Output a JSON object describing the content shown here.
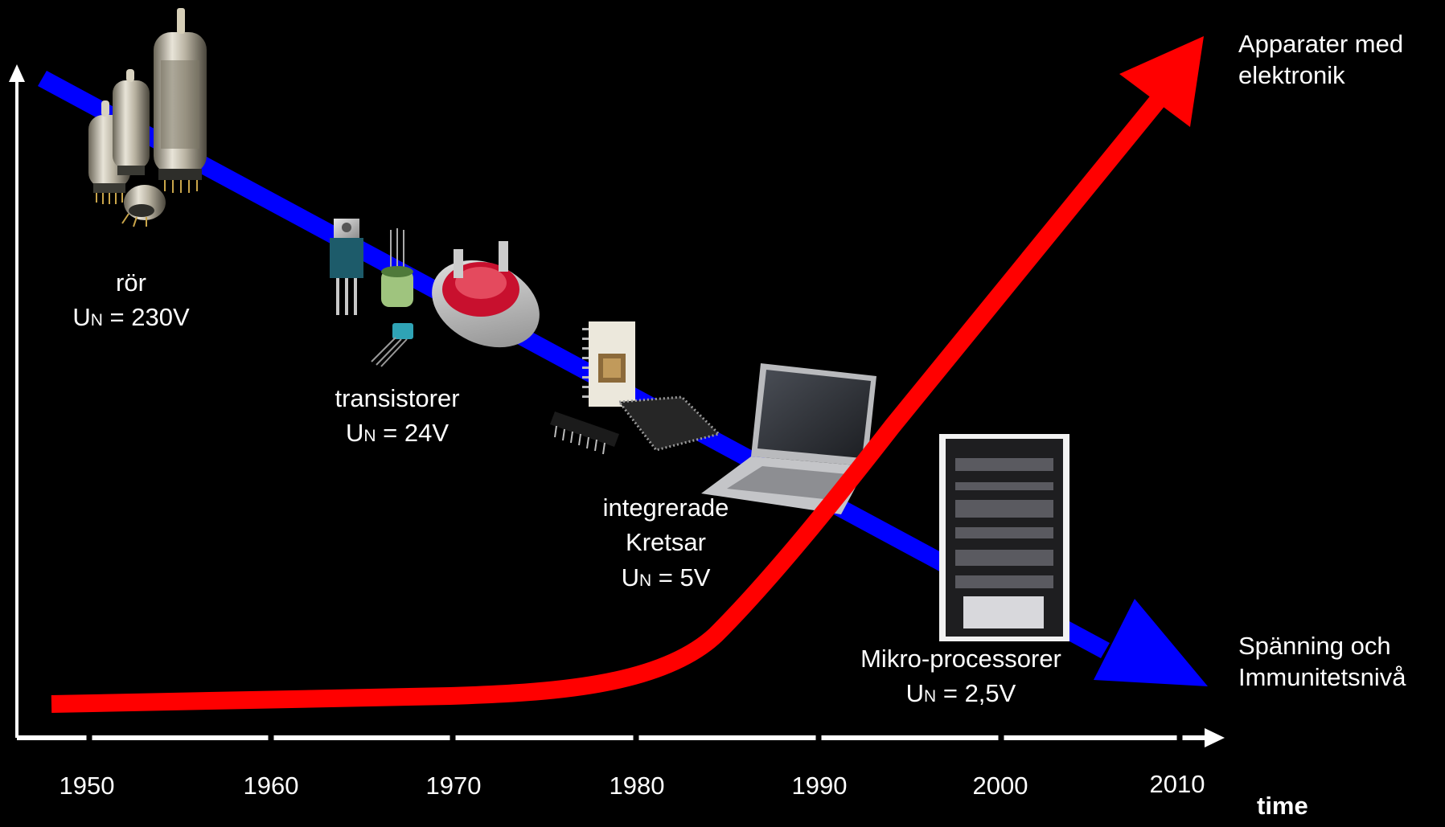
{
  "eras": [
    {
      "name": "rör",
      "voltage": "230V"
    },
    {
      "name": "transistorer",
      "voltage": "24V"
    },
    {
      "name": "integrerade",
      "name2": "Kretsar",
      "voltage": "5V"
    },
    {
      "name": "Mikro-processorer",
      "voltage": "2,5V"
    }
  ],
  "voltage_symbol": "U",
  "voltage_subscript": "N",
  "equals": " = ",
  "red_curve_label": [
    "Apparater med",
    "elektronik"
  ],
  "blue_line_label": [
    "Spänning och",
    "Immunitetsnivå"
  ],
  "x_axis": {
    "years": [
      "1950",
      "1960",
      "1970",
      "1980",
      "1990",
      "2000",
      "2010"
    ],
    "label": "time"
  },
  "colors": {
    "background": "#000000",
    "blue_trend": "#0000ff",
    "red_trend": "#ff0000",
    "axes": "#ffffff"
  },
  "images": [
    "vacuum-tube-photos",
    "transistor-photos",
    "integrated-circuit-chip-photos",
    "laptop-photo",
    "server-rack-photo"
  ]
}
